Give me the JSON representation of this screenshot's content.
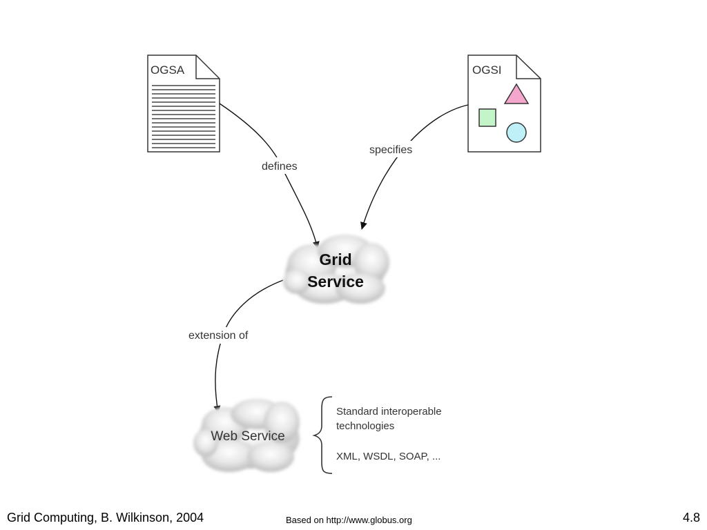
{
  "diagram": {
    "nodes": {
      "ogsa": {
        "label": "OGSA"
      },
      "ogsi": {
        "label": "OGSI"
      },
      "grid_service": {
        "label_line1": "Grid",
        "label_line2": "Service"
      },
      "web_service": {
        "label": "Web Service"
      }
    },
    "edges": {
      "defines": {
        "label": "defines"
      },
      "specifies": {
        "label": "specifies"
      },
      "extension_of": {
        "label": "extension of"
      }
    },
    "annotation": {
      "line1": "Standard interoperable",
      "line2": "technologies",
      "line3": "XML, WSDL, SOAP, ..."
    },
    "colors": {
      "triangle": "#f4a6cc",
      "square": "#c4f5c8",
      "circle": "#bff0f8"
    }
  },
  "footer": {
    "left": "Grid Computing, B. Wilkinson, 2004",
    "center": "Based on http://www.globus.org",
    "right": "4.8"
  }
}
